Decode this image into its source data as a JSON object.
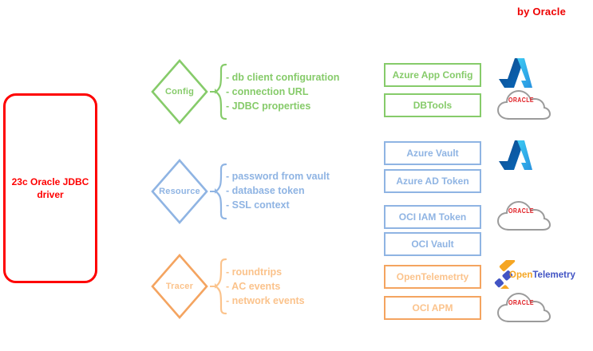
{
  "header": {
    "credit": "by Oracle"
  },
  "driver": {
    "label": "23c Oracle JDBC driver",
    "color": "#fe0000"
  },
  "categories": [
    {
      "name": "config",
      "diamond_label": "Config",
      "color": "#86cb6a",
      "bullets": [
        "- db client configuration",
        "- connection URL",
        "- JDBC properties"
      ],
      "services": [
        {
          "label": "Azure App Config",
          "logo": "azure-logo"
        },
        {
          "label": "DBTools",
          "logo": "oracle-cloud-logo"
        }
      ]
    },
    {
      "name": "resource",
      "diamond_label": "Resource",
      "color": "#8fb4e3",
      "bullets": [
        "- password from vault",
        "- database token",
        "- SSL context"
      ],
      "services": [
        {
          "label": "Azure Vault",
          "logo": "azure-logo"
        },
        {
          "label": "Azure AD Token",
          "logo": "azure-logo"
        },
        {
          "label": "OCI IAM Token",
          "logo": "oracle-cloud-logo"
        },
        {
          "label": "OCI Vault",
          "logo": "oracle-cloud-logo"
        }
      ]
    },
    {
      "name": "tracer",
      "diamond_label": "Tracer",
      "color": "#fbc38c",
      "bullets": [
        "- roundtrips",
        "- AC events",
        "- network events"
      ],
      "services": [
        {
          "label": "OpenTelemetrty",
          "logo": "opentelemetry-logo"
        },
        {
          "label": "OCI APM",
          "logo": "oracle-cloud-logo"
        }
      ]
    }
  ],
  "logos": {
    "oracle_cloud_wordmark": "ORACLE",
    "otel_word_open": "Open",
    "otel_word_telemetry": "Telemetry"
  }
}
